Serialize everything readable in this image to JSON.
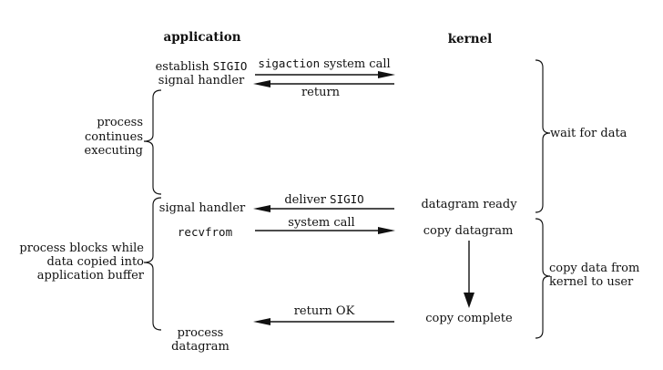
{
  "colors": {
    "ink": "#111111",
    "background": "#ffffff"
  },
  "headers": {
    "application": "application",
    "kernel": "kernel"
  },
  "app_column": {
    "establish_pre": "establish ",
    "establish_mono": "SIGIO",
    "establish_line2": "signal handler",
    "signal_handler": "signal handler",
    "recvfrom": "recvfrom",
    "process_line1": "process",
    "process_line2": "datagram"
  },
  "kernel_column": {
    "datagram_ready": "datagram ready",
    "copy_datagram": "copy datagram",
    "copy_complete": "copy complete"
  },
  "arrow_labels": {
    "sigaction_mono": "sigaction",
    "sigaction_rest": " system call",
    "return_label": "return",
    "deliver_pre": "deliver ",
    "deliver_mono": "SIGIO",
    "system_call": "system call",
    "return_ok": "return OK"
  },
  "annotations": {
    "left_top": [
      "process",
      "continues",
      "executing"
    ],
    "left_bottom": [
      "process blocks while",
      "data copied into",
      "application buffer"
    ],
    "right_top": "wait for data",
    "right_bottom": [
      "copy data from",
      "kernel to user"
    ]
  }
}
